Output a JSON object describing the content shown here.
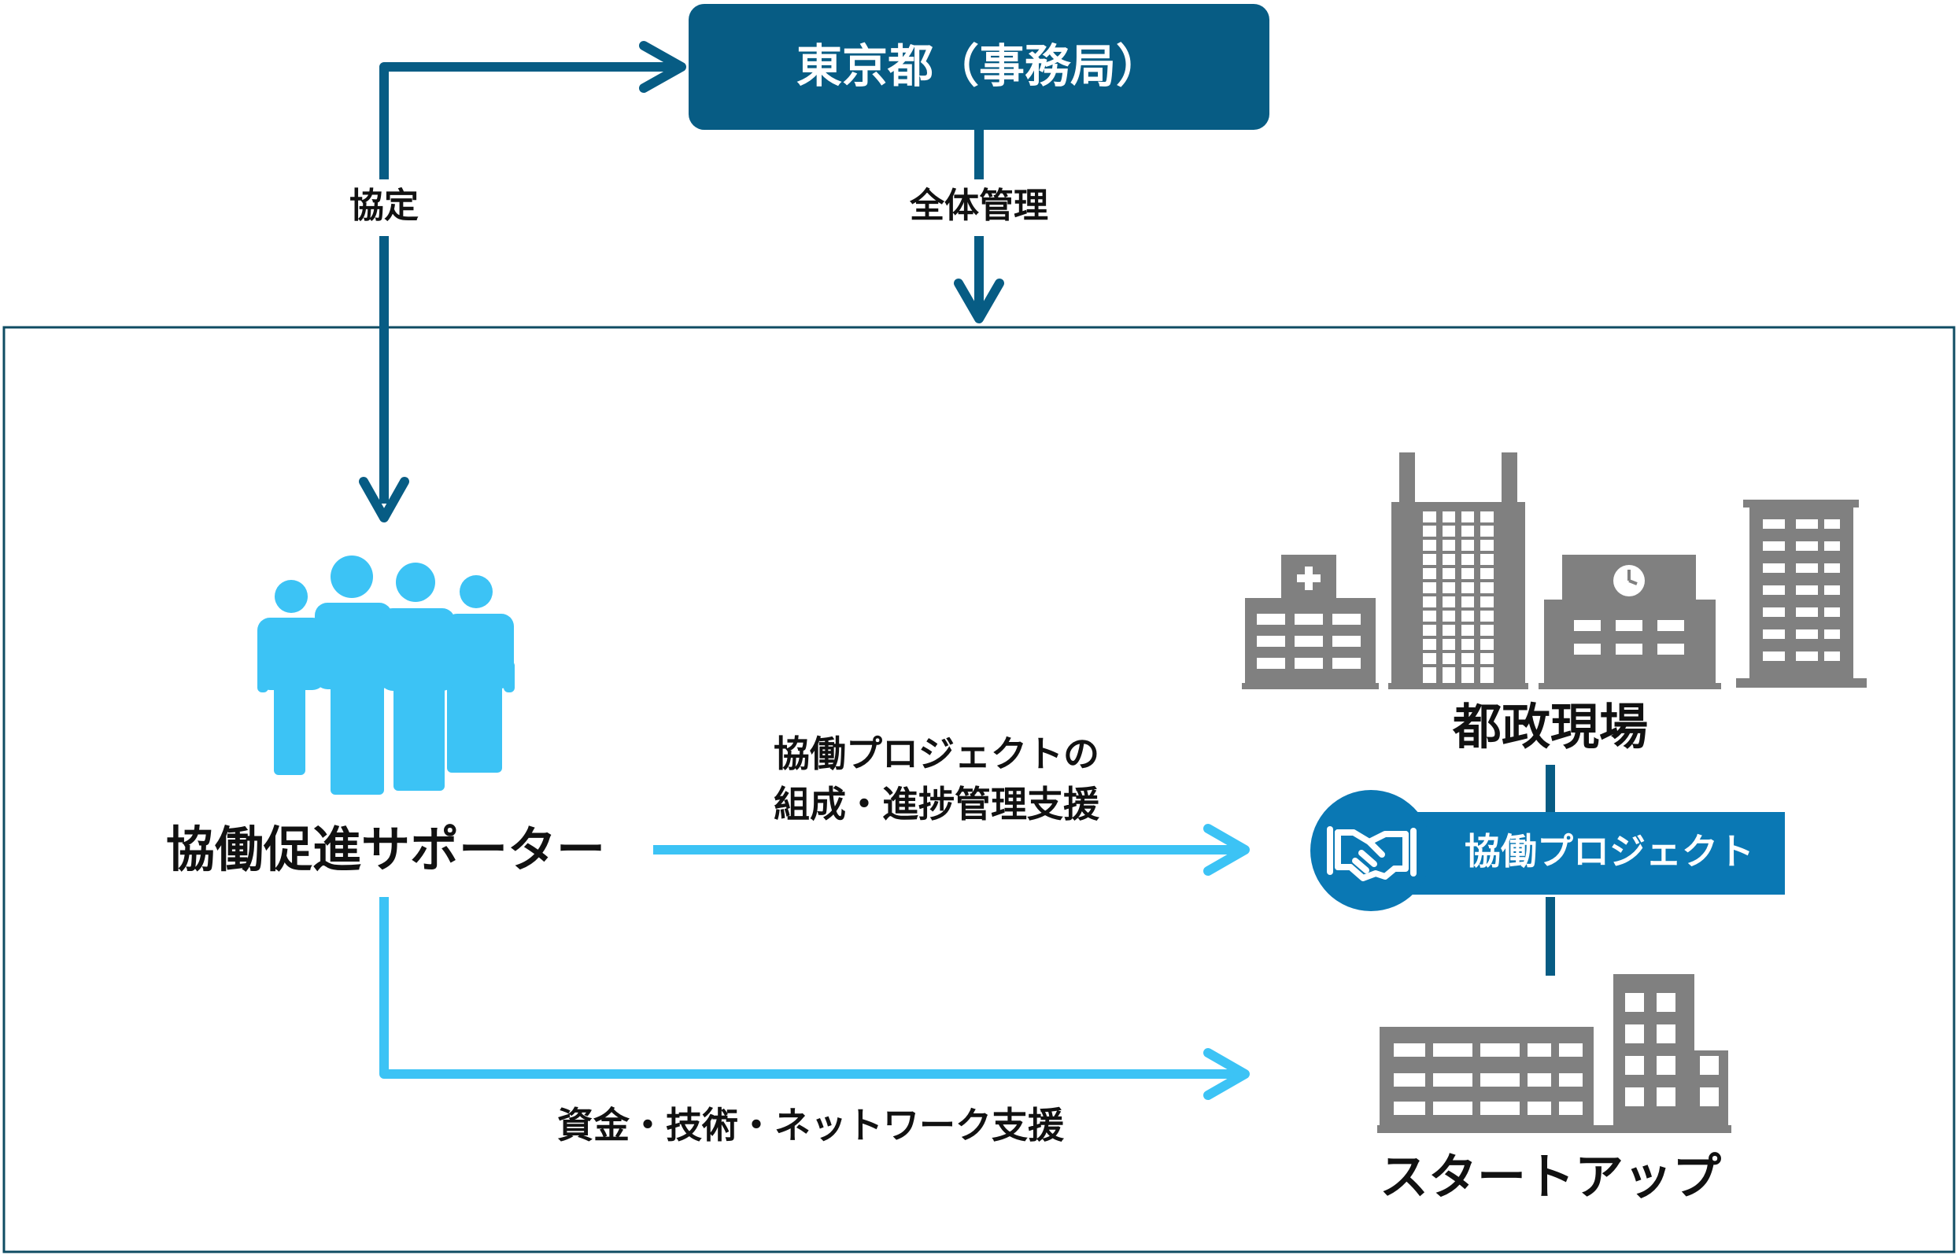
{
  "colors": {
    "dark_blue": "#075C84",
    "light_blue": "#3CC3F5",
    "mid_blue": "#0A78B4",
    "building_gray": "#808080",
    "frame": "#0F4C63",
    "text": "#111111"
  },
  "header_box": {
    "label": "東京都（事務局）"
  },
  "labels": {
    "agreement": "協定",
    "overall_management": "全体管理",
    "supporter": "協働促進サポーター",
    "government_site": "都政現場",
    "startup": "スタートアップ",
    "project_support_line1": "協働プロジェクトの",
    "project_support_line2": "組成・進捗管理支援",
    "funding_support": "資金・技術・ネットワーク支援"
  },
  "project_banner": {
    "label": "協働プロジェクト",
    "icon": "handshake-icon"
  },
  "icons": {
    "people": "people-group-icon",
    "hospital": "hospital-building-icon",
    "office_tower": "office-tower-icon",
    "school": "school-building-icon",
    "highrise": "highrise-building-icon",
    "startup_office": "startup-office-icon"
  }
}
